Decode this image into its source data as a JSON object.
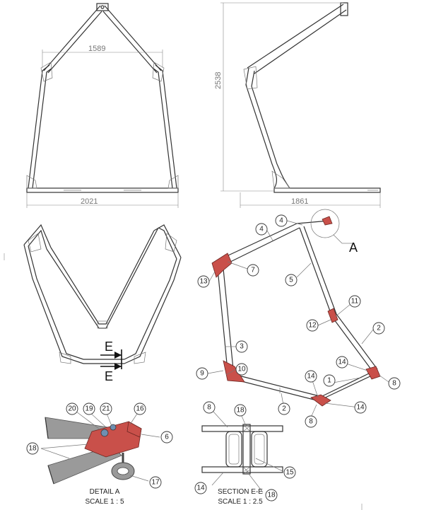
{
  "dimensions": {
    "front_inner_width": "1589",
    "front_base_width": "2021",
    "side_height": "2538",
    "side_base_depth": "1861"
  },
  "balloons": {
    "b4a": "4",
    "b4b": "4",
    "b7": "7",
    "b13": "13",
    "b5": "5",
    "b11": "11",
    "b12": "12",
    "b2a": "2",
    "b3": "3",
    "b9": "9",
    "b10": "10",
    "b14a": "14",
    "b14b": "14",
    "b1": "1",
    "b8a": "8",
    "b14c": "14",
    "b2b": "2",
    "b8b": "8",
    "d20": "20",
    "d19": "19",
    "d21": "21",
    "d16": "16",
    "d6": "6",
    "d18": "18",
    "d17": "17",
    "s8": "8",
    "s18a": "18",
    "s15": "15",
    "s14": "14",
    "s18b": "18"
  },
  "labels": {
    "detail_ref": "A",
    "section_ref_top": "E",
    "section_ref_bottom": "E",
    "detail_title": "DETAIL A",
    "detail_scale": "SCALE 1 : 5",
    "section_title": "SECTION E-E",
    "section_scale": "SCALE 1 : 2.5"
  },
  "colors": {
    "part_red": "#c9504a",
    "line": "#333333",
    "dimension": "#777777",
    "steel_grey": "#9a9a9a"
  }
}
